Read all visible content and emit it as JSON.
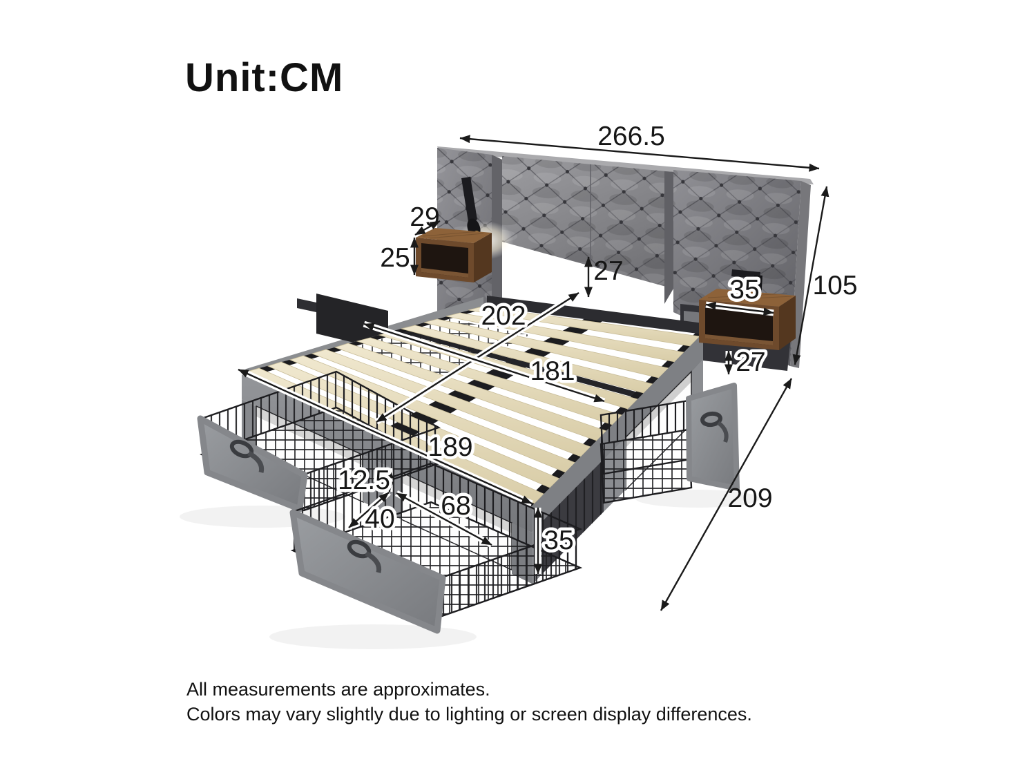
{
  "title": {
    "unit_label": "Unit:CM"
  },
  "dimensions": {
    "headboard_width": "266.5",
    "left_shelf_depth": "29",
    "left_shelf_height": "25",
    "headboard_clearance": "27",
    "slat_area_length": "202",
    "inner_width": "181",
    "outer_width": "189",
    "right_shelf_width": "35",
    "right_shelf_clearance": "27",
    "headboard_height": "105",
    "bed_length": "209",
    "drawer_basket_height": "12.5",
    "drawer_depth": "68",
    "drawer_width": "40",
    "base_height": "35"
  },
  "footer": {
    "line1": "All measurements are approximates.",
    "line2": "Colors may vary slightly due to lighting or screen display differences."
  },
  "colors": {
    "background": "#ffffff",
    "upholstery_gray": "#8d8f93",
    "upholstery_dark": "#6e6f74",
    "slat_wood": "#ece3c8",
    "shelf_wood": "#7a5433",
    "wire_black": "#1d1d20",
    "dimension_ink": "#1a1a1a"
  }
}
